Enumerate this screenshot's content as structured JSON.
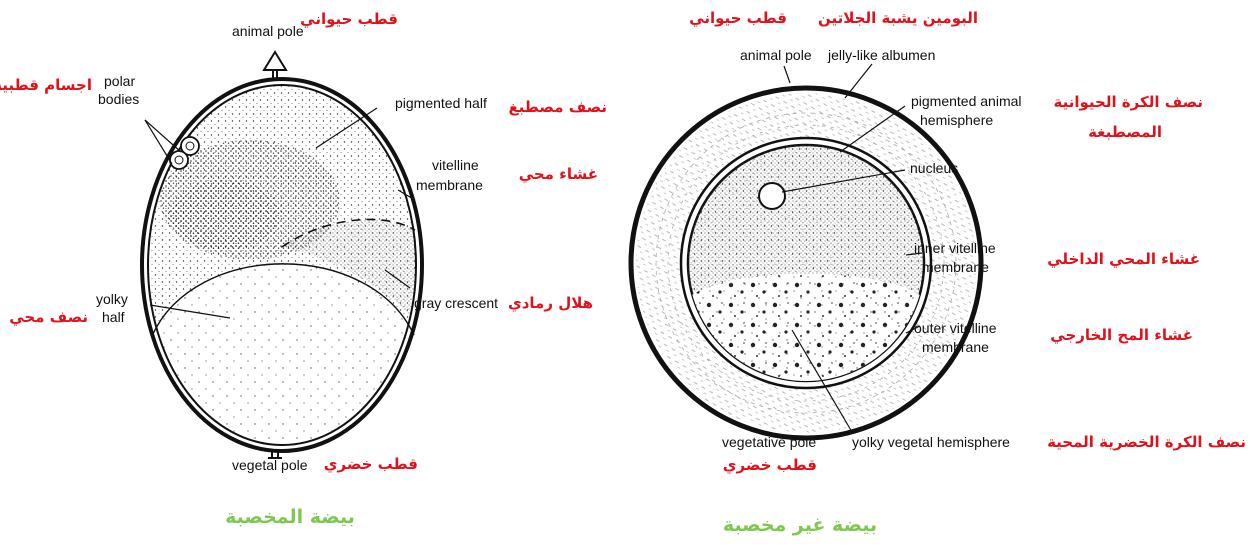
{
  "fertilized": {
    "caption_ar": "بيضة المخصبة",
    "animal_pole_en": "animal pole",
    "animal_pole_ar": "قطب حيواني",
    "polar_bodies_en_1": "polar",
    "polar_bodies_en_2": "bodies",
    "polar_bodies_ar": "اجسام قطبية",
    "pigmented_half_en": "pigmented half",
    "pigmented_half_ar": "نصف مصطبغ",
    "vitelline_en_1": "vitelline",
    "vitelline_en_2": "membrane",
    "vitelline_ar": "غشاء محي",
    "yolky_half_en_1": "yolky",
    "yolky_half_en_2": "half",
    "yolky_half_ar": "نصف محي",
    "gray_crescent_en": "gray crescent",
    "gray_crescent_ar": "هلال رمادي",
    "vegetal_pole_en": "vegetal pole",
    "vegetal_pole_ar": "قطب خضري"
  },
  "unfertilized": {
    "caption_ar": "بيضة غير مخصبة",
    "animal_pole_en": "animal pole",
    "animal_pole_ar": "قطب حيواني",
    "albumen_en": "jelly-like albumen",
    "albumen_ar": "البومين يشبة الجلاتين",
    "pigmented_en_1": "pigmented animal",
    "pigmented_en_2": "hemisphere",
    "pigmented_ar_1": "نصف الكرة الحيوانية",
    "pigmented_ar_2": "المصطبغة",
    "nucleus_en": "nucleus",
    "inner_en_1": "inner vitelline",
    "inner_en_2": "membrane",
    "inner_ar": "غشاء المحي الداخلي",
    "outer_en_1": "outer vitelline",
    "outer_en_2": "membrane",
    "outer_ar": "غشاء المح الخارجي",
    "vegetative_pole_en": "vegetative pole",
    "vegetative_pole_ar": "قطب خضري",
    "yolky_en": "yolky vegetal hemisphere",
    "yolky_ar": "نصف الكرة الخضرية المحية"
  }
}
